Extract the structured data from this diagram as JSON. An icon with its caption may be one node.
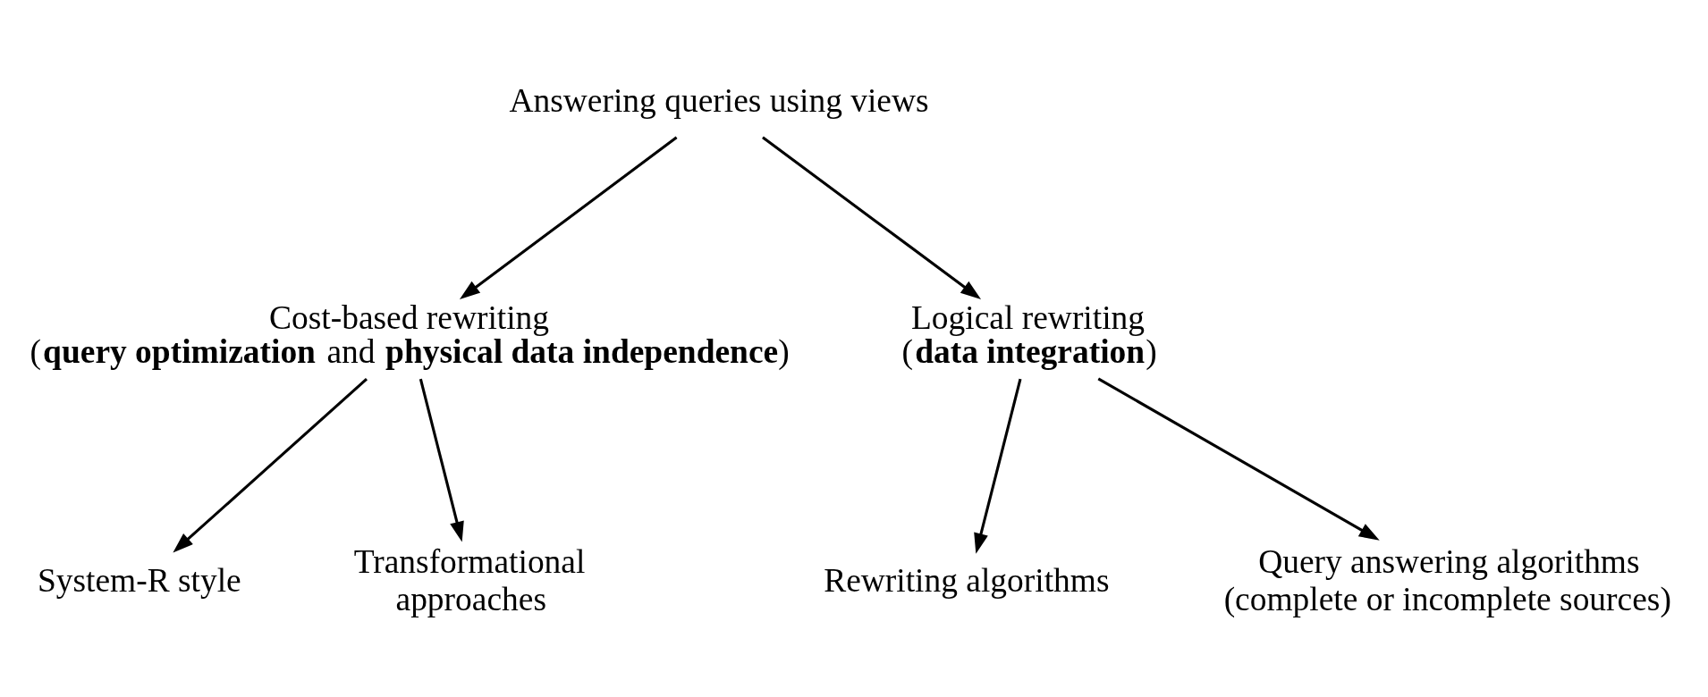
{
  "diagram": {
    "nodes": [
      {
        "text": [
          "Answering queries using views"
        ]
      },
      {
        "text": [
          "Cost-based rewriting",
          "(**query optimization** and **physical data independence**)"
        ]
      },
      {
        "text": [
          "Logical rewriting",
          "(**data integration**)"
        ]
      },
      {
        "text": [
          "System-R style"
        ]
      },
      {
        "text": [
          "Transformational approaches"
        ]
      },
      {
        "text": [
          "Rewriting algorithms"
        ]
      },
      {
        "text": [
          "Query answering algorithms",
          "(complete or incomplete sources)"
        ]
      }
    ],
    "edges": [
      {
        "from": 0,
        "to": 1,
        "arrow": "to"
      },
      {
        "from": 0,
        "to": 2,
        "arrow": "to"
      },
      {
        "from": 1,
        "to": 3,
        "arrow": "to"
      },
      {
        "from": 1,
        "to": 4,
        "arrow": "to"
      },
      {
        "from": 2,
        "to": 5,
        "arrow": "to"
      },
      {
        "from": 2,
        "to": 6,
        "arrow": "to"
      }
    ]
  }
}
